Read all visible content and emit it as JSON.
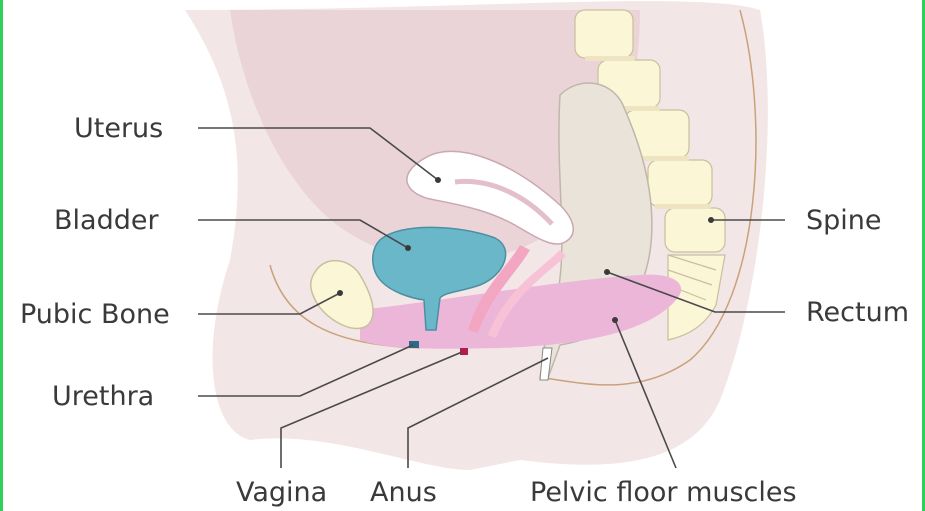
{
  "labels": {
    "uterus": "Uterus",
    "bladder": "Bladder",
    "pubic_bone": "Pubic Bone",
    "urethra": "Urethra",
    "spine": "Spine",
    "rectum": "Rectum",
    "vagina": "Vagina",
    "anus": "Anus",
    "pelvic_floor": "Pelvic floor muscles"
  },
  "colors": {
    "body_outer": "#f3e6e6",
    "body_inner": "#ead4d7",
    "bladder": "#6ab7c9",
    "uterus": "#ffffff",
    "bone": "#fbf6d6",
    "rectum": "#e9e3da",
    "pelvic_floor": "#ecb6d9",
    "pink_canal": "#f3a6c2"
  }
}
